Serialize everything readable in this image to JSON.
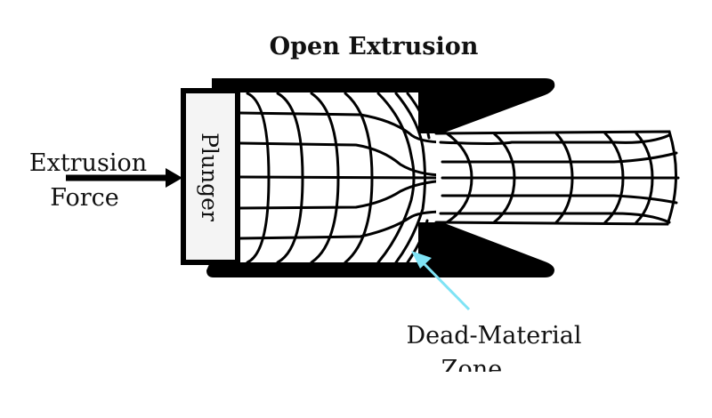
{
  "diagram": {
    "title": "Open Extrusion",
    "labels": {
      "force_line1": "Extrusion",
      "force_line2": "Force",
      "plunger": "Plunger",
      "dead_zone_line1": "Dead-Material",
      "dead_zone_line2": "Zone"
    },
    "colors": {
      "container": "#000000",
      "plunger_fill": "#f4f4f4",
      "annotation_arrow": "#7fe3f5",
      "text": "#111111"
    },
    "components": [
      "container",
      "die",
      "plunger",
      "billet",
      "extrudate",
      "dead-material-zone"
    ]
  }
}
